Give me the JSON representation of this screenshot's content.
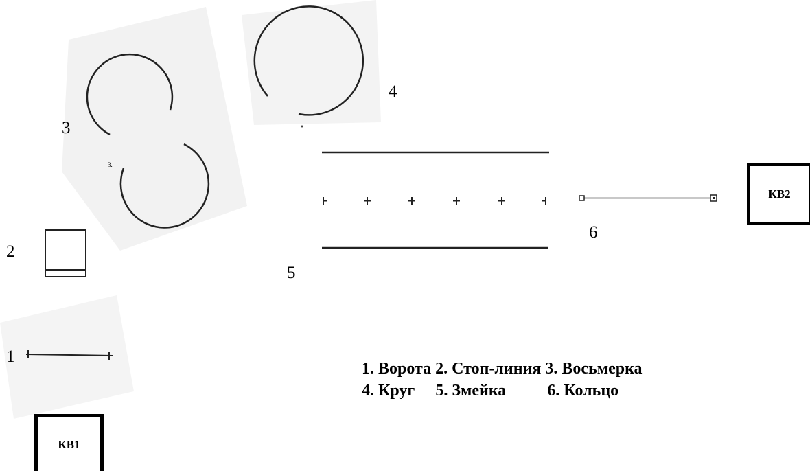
{
  "labels": {
    "n1": "1",
    "n2": "2",
    "n3": "3",
    "n4": "4",
    "n5": "5",
    "n6": "6",
    "small_mark": "3."
  },
  "boxes": {
    "kb1": "КВ1",
    "kb2": "КВ2"
  },
  "legend": {
    "line1": "1. Ворота 2. Стоп-линия 3. Восьмерка",
    "line2": "4. Круг     5. Змейка          6. Кольцо"
  }
}
